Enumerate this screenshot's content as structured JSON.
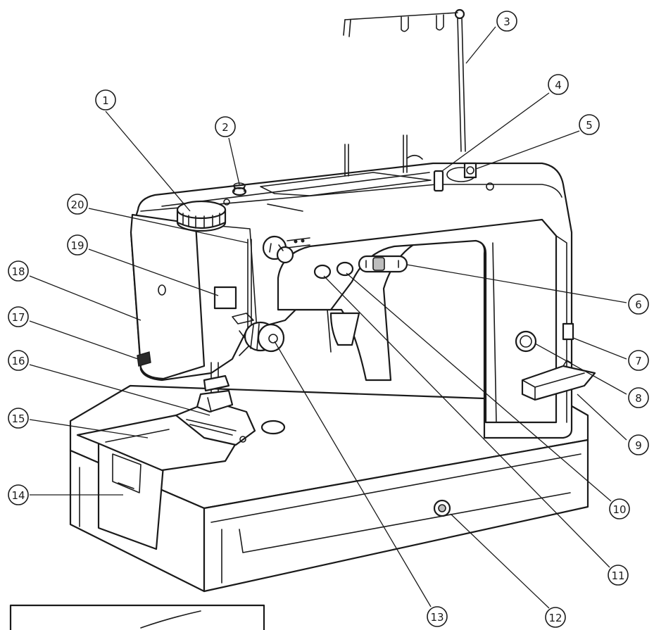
{
  "callouts": [
    {
      "id": 1,
      "label": "1"
    },
    {
      "id": 2,
      "label": "2"
    },
    {
      "id": 3,
      "label": "3"
    },
    {
      "id": 4,
      "label": "4"
    },
    {
      "id": 5,
      "label": "5"
    },
    {
      "id": 6,
      "label": "6"
    },
    {
      "id": 7,
      "label": "7"
    },
    {
      "id": 8,
      "label": "8"
    },
    {
      "id": 9,
      "label": "9"
    },
    {
      "id": 10,
      "label": "10"
    },
    {
      "id": 11,
      "label": "11"
    },
    {
      "id": 12,
      "label": "12"
    },
    {
      "id": 13,
      "label": "13"
    },
    {
      "id": 14,
      "label": "14"
    },
    {
      "id": 15,
      "label": "15"
    },
    {
      "id": 16,
      "label": "16"
    },
    {
      "id": 17,
      "label": "17"
    },
    {
      "id": 18,
      "label": "18"
    },
    {
      "id": 19,
      "label": "19"
    },
    {
      "id": 20,
      "label": "20"
    }
  ],
  "colors": {
    "line": "#1a1a1a",
    "background": "#ffffff",
    "shade": "#bdbdbd"
  }
}
